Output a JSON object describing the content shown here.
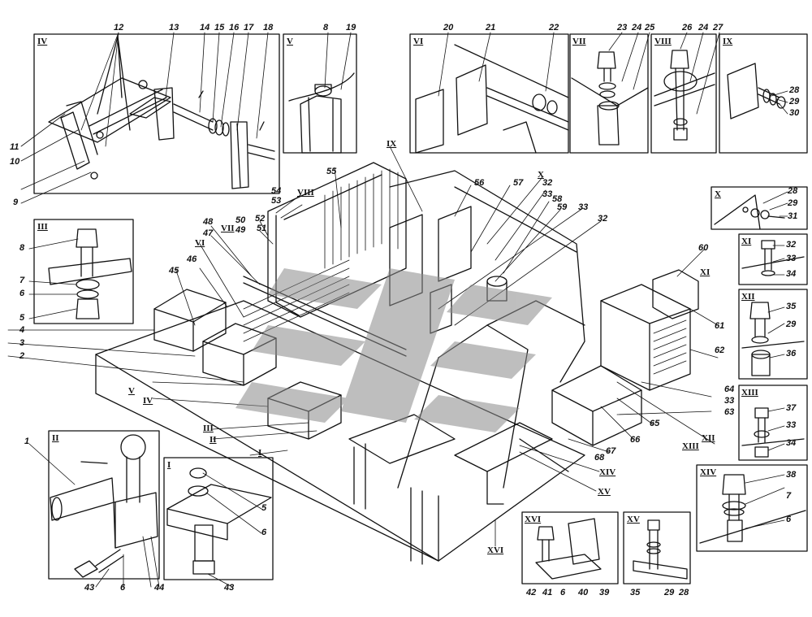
{
  "drawing": {
    "type": "exploded assembly diagram",
    "ink_color": "#111111",
    "paper_color": "#ffffff",
    "watermark_color": "#8a8a8a",
    "insets": [
      {
        "id": "IV",
        "label": "IV"
      },
      {
        "id": "V",
        "label": "V"
      },
      {
        "id": "VI",
        "label": "VI"
      },
      {
        "id": "VII",
        "label": "VII"
      },
      {
        "id": "VIII",
        "label": "VIII"
      },
      {
        "id": "IX",
        "label": "IX"
      },
      {
        "id": "X",
        "label": "X"
      },
      {
        "id": "XI",
        "label": "XI"
      },
      {
        "id": "XII",
        "label": "XII"
      },
      {
        "id": "XIII",
        "label": "XIII"
      },
      {
        "id": "XIV",
        "label": "XIV"
      },
      {
        "id": "III",
        "label": "III"
      },
      {
        "id": "II",
        "label": "II"
      },
      {
        "id": "I",
        "label": "I"
      },
      {
        "id": "XVI",
        "label": "XVI"
      },
      {
        "id": "XV",
        "label": "XV"
      }
    ],
    "main_view_refs": [
      "I",
      "II",
      "III",
      "IV",
      "V",
      "VI",
      "VII",
      "VIII",
      "IX",
      "X",
      "XI",
      "XII",
      "XIII",
      "XIV",
      "XV",
      "XVI"
    ],
    "callouts": {
      "n1": "1",
      "n2": "2",
      "n3": "3",
      "n4": "4",
      "n5": "5",
      "n6": "6",
      "n7": "7",
      "n8": "8",
      "n9": "9",
      "n10": "10",
      "n11": "11",
      "n12": "12",
      "n13": "13",
      "n14": "14",
      "n15": "15",
      "n16": "16",
      "n17": "17",
      "n18": "18",
      "n19": "19",
      "n20": "20",
      "n21": "21",
      "n22": "22",
      "n23": "23",
      "n24": "24",
      "n25": "25",
      "n26": "26",
      "n27": "27",
      "n28": "28",
      "n29": "29",
      "n30": "30",
      "n31": "31",
      "n32": "32",
      "n33": "33",
      "n34": "34",
      "n35": "35",
      "n36": "36",
      "n37": "37",
      "n38": "38",
      "n39": "39",
      "n40": "40",
      "n41": "41",
      "n42": "42",
      "n43": "43",
      "n44": "44",
      "n45": "45",
      "n46": "46",
      "n47": "47",
      "n48": "48",
      "n49": "49",
      "n50": "50",
      "n51": "51",
      "n52": "52",
      "n53": "53",
      "n54": "54",
      "n55": "55",
      "n56": "56",
      "n57": "57",
      "n58": "58",
      "n59": "59",
      "n60": "60",
      "n61": "61",
      "n62": "62",
      "n63": "63",
      "n64": "64",
      "n65": "65",
      "n66": "66",
      "n67": "67",
      "n68": "68"
    }
  }
}
